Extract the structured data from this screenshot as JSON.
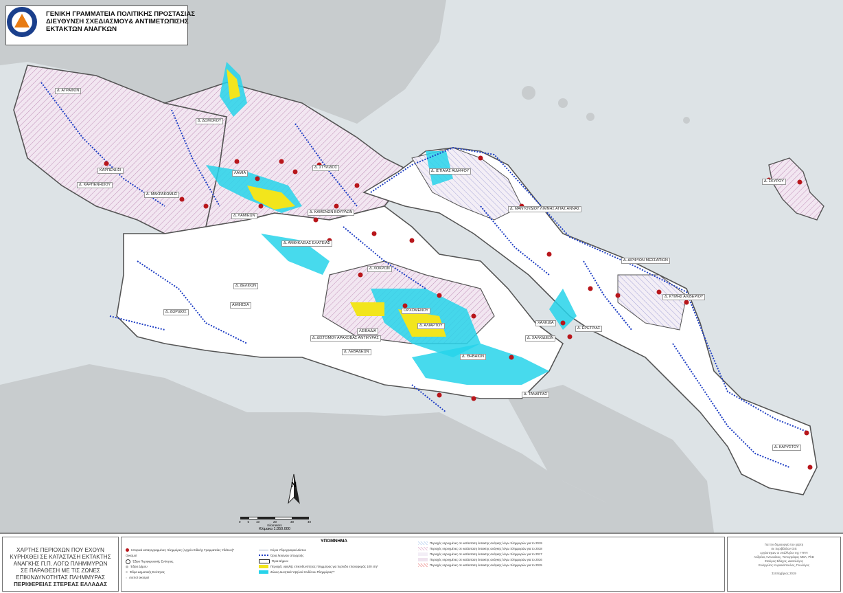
{
  "header": {
    "line1": "ΓΕΝΙΚΗ ΓΡΑΜΜΑΤΕΙΑ ΠΟΛΙΤΙΚΗΣ ΠΡΟΣΤΑΣΙΑΣ",
    "line2": "ΔΙΕΥΘΥΝΣΗ ΣΧΕΔΙΑΣΜΟΥ& ΑΝΤΙΜΕΤΩΠΙΣΗΣ",
    "line3": "ΕΚΤΑΚΤΩΝ ΑΝΑΓΚΩΝ",
    "logo_icon": "civil-protection-emblem-icon"
  },
  "map_labels": [
    "Δ. ΑΓΡΑΦΩΝ",
    "Δ. ΔΟΜΟΚΟΥ",
    "Δ. ΣΤΥΛΙΔΟΣ",
    "ΚΑΡΠΕΝΗΣΙ",
    "Δ. ΚΑΡΠΕΝΗΣΙΟΥ",
    "Δ. ΜΑΚΡΑΚΩΜΗΣ",
    "ΛΑΜΙΑ",
    "Δ. ΛΑΜΙΕΩΝ",
    "Δ. ΚΑΜΕΝΩΝ ΒΟΥΡΛΩΝ",
    "Δ. ΑΜΦΙΚΛΕΙΑΣ ΕΛΑΤΕΙΑΣ",
    "Δ. ΛΟΚΡΩΝ",
    "Δ. ΔΕΛΦΩΝ",
    "ΑΜΦΙΣΣΑ",
    "Δ. ΔΩΡΙΔΟΣ",
    "Δ. ΔΙΣΤΟΜΟΥ ΑΡΑΧΟΒΑΣ ΑΝΤΙΚΥΡΑΣ",
    "ΛΕΙΒΑΔΙΑ",
    "Δ. ΛΕΒΑΔΕΩΝ",
    "ΟΡΧΟΜΕΝΟΥ",
    "Δ. ΑΛΙΑΡΤΟΥ",
    "Δ. ΘΗΒΑΙΩΝ",
    "Δ. ΤΑΝΑΓΡΑΣ",
    "Δ. ΧΑΛΚΙΔΕΩΝ",
    "ΧΑΛΚΙΔΑ",
    "Δ. ΕΡΕΤΡΙΑΣ",
    "Δ. ΔΙΡΦΥΩΝ ΜΕΣΣΑΠΙΩΝ",
    "Δ. ΚΥΜΗΣ ΑΛΙΒΕΡΙΟΥ",
    "Δ. ΙΣΤΙΑΙΑΣ ΑΙΔΗΨΟΥ",
    "Δ. ΜΑΝΤΟΥΔΙΟΥ ΛΙΜΝΗΣ ΑΓΙΑΣ ΑΝΝΑΣ",
    "Δ. ΣΚΥΡΟΥ",
    "Δ. ΚΑΡΥΣΤΟΥ"
  ],
  "north_label": "N",
  "scale": {
    "ticks": [
      "0",
      "5",
      "10",
      "20",
      "30",
      "40"
    ],
    "unit": "Kilometers",
    "text": "Κλίμακα 1:350.000"
  },
  "footer": {
    "title_lines": [
      "ΧΑΡΤΗΣ ΠΕΡΙΟΧΩΝ ΠΟΥ ΕΧΟΥΝ",
      "ΚΥΡΗΧΘΕΙ ΣΕ ΚΑΤΑΣΤΑΣΗ ΕΚΤΑΚΤΗΣ",
      "ΑΝΑΓΚΗΣ Π.Π. ΛΟΓΩ ΠΛΗΜΜΥΡΩΝ",
      "ΣΕ ΠΑΡΑΘΕΣΗ ΜΕ ΤΙΣ ΖΩΝΕΣ",
      "ΕΠΙΚΙΝΔΥΝΟΤΗΤΑΣ ΠΛΗΜΜΥΡΑΣ"
    ],
    "title_main": "ΠΕΡΙΦΕΡΕΙΑΣ ΣΤΕΡΕΑΣ ΕΛΛΑΔΑΣ",
    "legend_title": "ΥΠΟΜΝΗΜΑ",
    "legend_left": [
      "Ιστορικά καταγεγραμμένες πλημμύρες (Αρχείο Ειδικής Γραμματείας Υδάτων)*",
      "Οικισμοί",
      "Έδρα Περιφερειακής Ενότητας",
      "Έδρα Δήμου",
      "Έδρα Δημοτικής Ενότητας",
      "Λοιποί οικισμοί"
    ],
    "legend_mid": [
      "Κύριο Υδρογραφικό Δίκτυο",
      "Όρια λεκανών απορροής",
      "Όρια Δήμων",
      "Περιοχές υψηλής επικινδυνότητας πλημμύρας για περίοδο επαναφοράς 100 ετη*",
      "Ζώνες Δυνητικά Υψηλού Κινδύνου Πλημμύρας**"
    ],
    "legend_right": [
      "Περιοχές κηρυγμένες σε κατάσταση έκτακτης ανάγκης λόγω πλημμυρών για το 2019",
      "Περιοχές κηρυγμένες σε κατάσταση έκτακτης ανάγκης λόγω πλημμυρών για το 2018",
      "Περιοχές κηρυγμένες σε κατάσταση έκτακτης ανάγκης λόγω πλημμυρών για το 2017",
      "Περιοχές κηρυγμένες σε κατάσταση έκτακτης ανάγκης λόγω πλημμυρών για το 2016",
      "Περιοχές κηρυγμένες σε κατάσταση έκτακτης ανάγκης λόγω πλημμυρών για το 2015"
    ],
    "credits": [
      "Για την δημιουργία του χάρτη",
      "σε περιβάλλον GIS",
      "εργάστηκαν οι υπάλληλοι της ΓΓΠΠ",
      "Ανδρέας Αντωνάκος, Τοπογράφος ΜΒΑ, PhD",
      "Σταύρος Βλάχος, Δασολόγος",
      "Ευάγγελος Κυριακόπουλος, Γεωλόγος",
      "Σεπτέμβριος 2019"
    ]
  },
  "colors": {
    "sea": "#dde3e6",
    "land": "#ffffff",
    "declared_area": "#efe2ee",
    "flood_zone": "#27d3ea",
    "high_risk": "#f2e51c",
    "watershed_border": "#1f3fc4",
    "municipal_border": "#555555",
    "flood_point": "#b8161b"
  }
}
